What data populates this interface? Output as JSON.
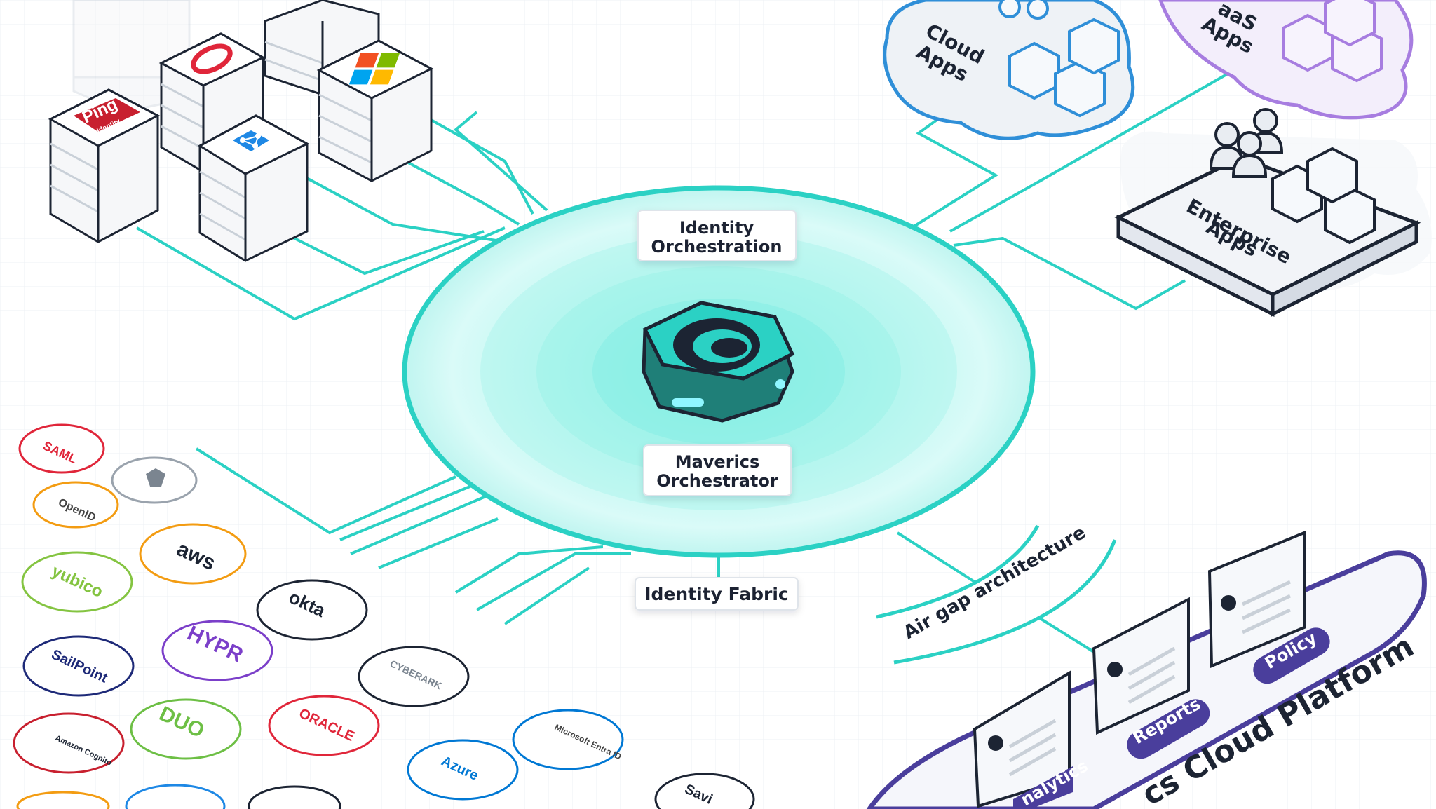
{
  "labels": {
    "identity_orchestration": [
      "Identity",
      "Orchestration"
    ],
    "maverics_orchestrator": [
      "Maverics",
      "Orchestrator"
    ],
    "identity_fabric": "Identity Fabric",
    "air_gap": "Air gap architecture",
    "cloud_apps": [
      "Cloud",
      "Apps"
    ],
    "saas_apps": [
      "aaS",
      "Apps"
    ],
    "enterprise_apps": [
      "Enterprise",
      "Apps"
    ],
    "cloud_platform": "cs Cloud Platform"
  },
  "platform_pills": {
    "analytics": "nalytics",
    "reports": "Reports",
    "policy": "Policy"
  },
  "servers": {
    "ping": "Ping",
    "ping_sub": "Identity"
  },
  "idp_clouds": {
    "saml": "SAML",
    "openid": "OpenID",
    "aws": "aws",
    "yubico": "yubico",
    "okta": "okta",
    "hypr": "HYPR",
    "sailpoint": "SailPoint",
    "cyberark": "CYBERARK",
    "amazon_cognito": "Amazon Cognito",
    "duo": "DUO",
    "oracle": "ORACLE",
    "azure": "Azure",
    "microsoft_entra": "Microsoft Entra ID",
    "savi": "Savi"
  },
  "colors": {
    "teal": "#2bd1c4",
    "navy": "#1e2147",
    "purple": "#4a3e9c",
    "cloud_blue": "#2f8fd8",
    "cloud_purple": "#a77de0",
    "ping_red": "#c8202f",
    "oracle_red": "#e0263a"
  }
}
